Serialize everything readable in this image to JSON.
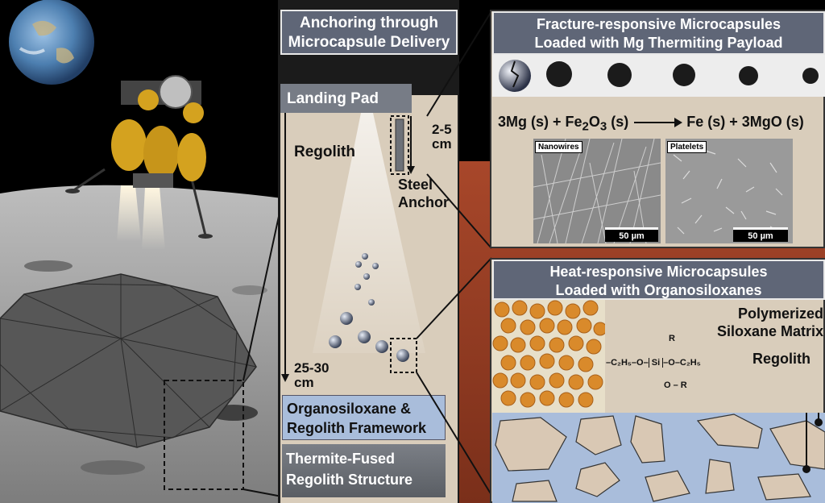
{
  "center": {
    "header_line1": "Anchoring through",
    "header_line2": "Microcapsule Delivery",
    "landing_pad": "Landing Pad",
    "regolith": "Regolith",
    "depth_shallow_1": "2-5",
    "depth_shallow_2": "cm",
    "steel_1": "Steel",
    "steel_2": "Anchor",
    "depth_deep_1": "25-30",
    "depth_deep_2": "cm",
    "organo_1": "Organosiloxane &",
    "organo_2": "Regolith Framework",
    "thermite_1": "Thermite-Fused",
    "thermite_2": "Regolith Structure"
  },
  "fracture": {
    "header_line1": "Fracture-responsive Microcapsules",
    "header_line2": "Loaded with Mg Thermiting Payload",
    "reaction_left": "3Mg (s) + Fe",
    "reaction_sub2": "2",
    "reaction_o": "O",
    "reaction_sub3": "3",
    "reaction_s": " (s)",
    "reaction_right": "Fe (s) + 3MgO (s)",
    "nanowires": "Nanowires",
    "platelets": "Platelets",
    "scale1": "50 µm",
    "scale2": "50 µm"
  },
  "heat": {
    "header_line1": "Heat-responsive Microcapsules",
    "header_line2": "Loaded with Organosiloxanes",
    "polymerized": "Polymerized",
    "siloxane_matrix": "Siloxane Matrix",
    "regolith": "Regolith",
    "formula_left": "–C₂H₅–O–",
    "formula_si": "Si",
    "formula_r_top": "R",
    "formula_o": "O",
    "formula_o_bottom": "O – R",
    "formula_right": "–O–C₂H₅"
  },
  "colors": {
    "header_bg": "#5f6677",
    "panel_bg": "#d9cdbb",
    "blue_matrix": "#a9bddb",
    "capsule_orange": "#d98a2b",
    "mars_red": "#8e3a22"
  }
}
